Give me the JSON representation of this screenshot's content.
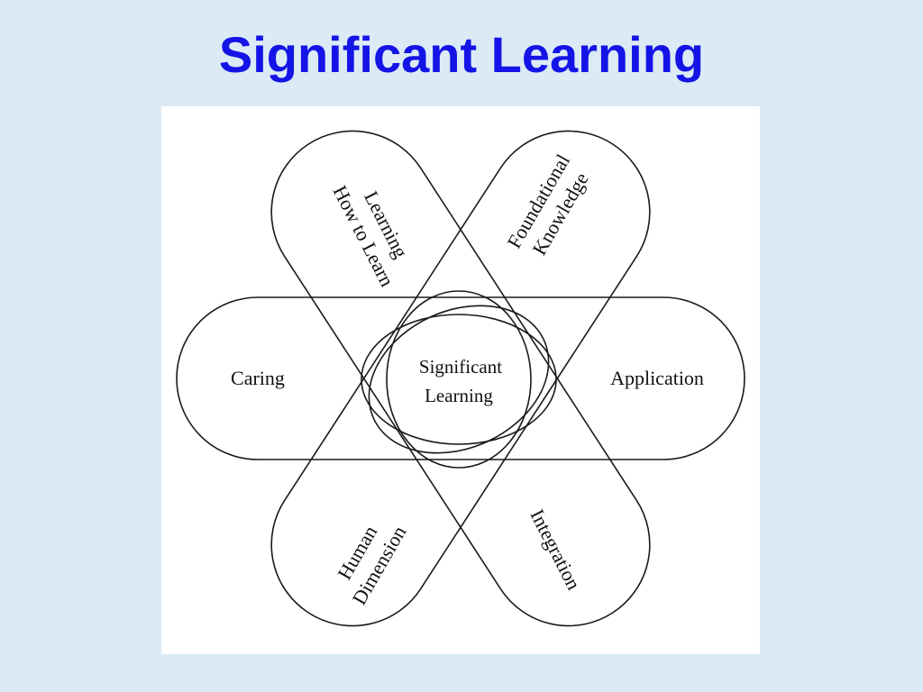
{
  "slide": {
    "title": "Significant Learning",
    "title_color": "#1414e6",
    "background_color": "#dbeaf5"
  },
  "diagram": {
    "center": {
      "line1": "Significant",
      "line2": "Learning"
    },
    "dimensions": {
      "learning_how_to_learn": {
        "line1": "Learning",
        "line2": "How to Learn"
      },
      "foundational_knowledge": {
        "line1": "Foundational",
        "line2": "Knowledge"
      },
      "application": {
        "label": "Application"
      },
      "integration": {
        "label": "Integration"
      },
      "human_dimension": {
        "line1": "Human",
        "line2": "Dimension"
      },
      "caring": {
        "label": "Caring"
      }
    }
  }
}
